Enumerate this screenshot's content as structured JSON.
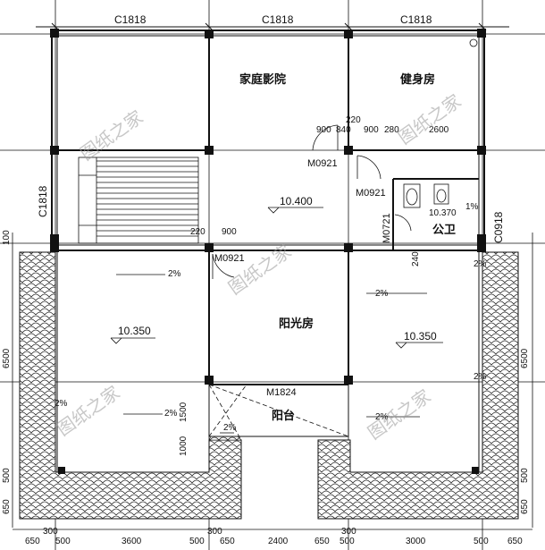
{
  "windows": {
    "top_left": "C1818",
    "top_mid": "C1818",
    "top_right": "C1818",
    "left_side": "C1818",
    "right_side": "C0918",
    "balcony": "M1824"
  },
  "doors": {
    "d1": "M0921",
    "d2": "M0921",
    "d3": "M0921",
    "d4": "M0721"
  },
  "rooms": {
    "home_theater": "家庭影院",
    "gym": "健身房",
    "toilet": "公卫",
    "sunroom": "阳光房",
    "balcony": "阳台"
  },
  "elevations": {
    "hall": "10.400",
    "left_terrace": "10.350",
    "right_terrace": "10.350",
    "toilet": "10.370"
  },
  "slopes": {
    "s1": "2%",
    "s2": "2%",
    "s3": "2%",
    "s4": "2%",
    "s5": "2%",
    "s6": "2%",
    "s7": "2%",
    "s8": "2%",
    "s9": "1%"
  },
  "dims_inner": {
    "a": "900",
    "b": "840",
    "c": "220",
    "d": "900",
    "e": "280",
    "f": "2600",
    "g": "220",
    "h": "900",
    "i": "240"
  },
  "dims_left": [
    "100",
    "6500",
    "1500",
    "1000",
    "500",
    "650"
  ],
  "dims_right": [
    "6500",
    "500",
    "650"
  ],
  "dims_bottom": [
    "650",
    "500",
    "300",
    "3600",
    "500",
    "300",
    "650",
    "2400",
    "650",
    "500",
    "300",
    "3000",
    "500",
    "650"
  ],
  "watermark": "图纸之家"
}
